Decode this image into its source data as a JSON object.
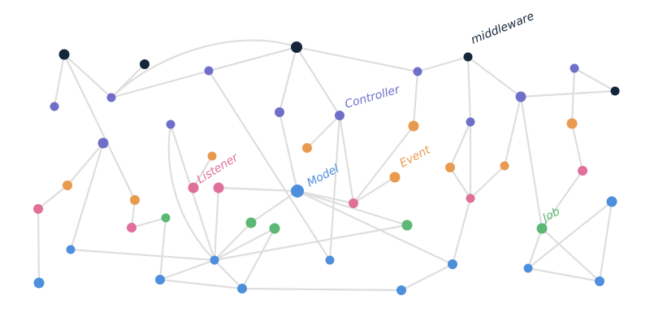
{
  "colors": {
    "edge": "#dedede",
    "dark": "#15263a",
    "purple": "#6f6fc9",
    "orange": "#e89a4e",
    "pink": "#e0709a",
    "green": "#5cb874",
    "blue": "#4d8fdc"
  },
  "labels": [
    {
      "id": "middleware",
      "text": "middleware",
      "color_key": "dark"
    },
    {
      "id": "controller",
      "text": "Controller",
      "color_key": "purple"
    },
    {
      "id": "event",
      "text": "Event",
      "color_key": "orange"
    },
    {
      "id": "listener",
      "text": "Listener",
      "color_key": "pink"
    },
    {
      "id": "model",
      "text": "Model",
      "color_key": "blue"
    },
    {
      "id": "job",
      "text": "Job",
      "color_key": "green"
    }
  ]
}
